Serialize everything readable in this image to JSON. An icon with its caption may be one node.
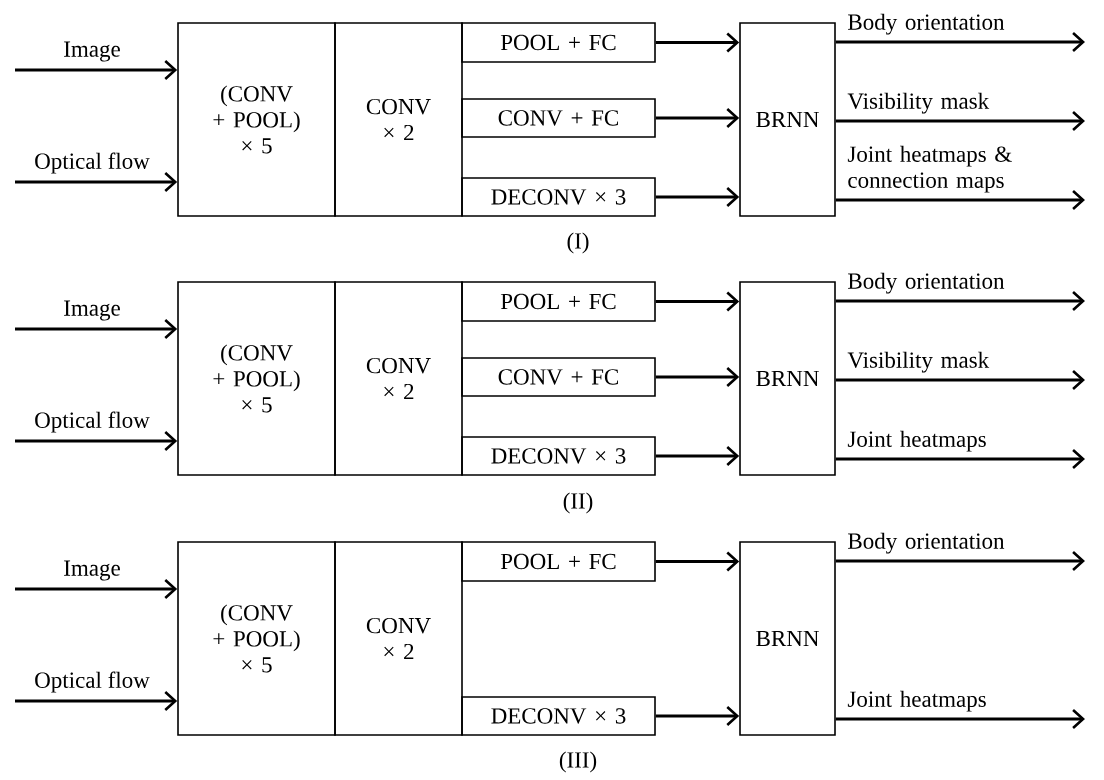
{
  "diagram": {
    "nodes": [
      {
        "text": [
          "(CONV + POOL) × 5"
        ]
      },
      {
        "text": [
          "CONV × 2"
        ]
      },
      {
        "text": [
          "POOL + FC"
        ]
      },
      {
        "text": [
          "CONV + FC"
        ]
      },
      {
        "text": [
          "DECONV × 3"
        ]
      },
      {
        "text": [
          "BRNN"
        ]
      },
      {
        "text": [
          "(CONV + POOL) × 5"
        ]
      },
      {
        "text": [
          "CONV × 2"
        ]
      },
      {
        "text": [
          "POOL + FC"
        ]
      },
      {
        "text": [
          "CONV + FC"
        ]
      },
      {
        "text": [
          "DECONV × 3"
        ]
      },
      {
        "text": [
          "BRNN"
        ]
      },
      {
        "text": [
          "(CONV + POOL) × 5"
        ]
      },
      {
        "text": [
          "CONV × 2"
        ]
      },
      {
        "text": [
          "POOL + FC"
        ]
      },
      {
        "text": [
          "DECONV × 3"
        ]
      },
      {
        "text": [
          "BRNN"
        ]
      }
    ],
    "edges": [
      {
        "from": null,
        "to": 0,
        "arrow": "to",
        "label": "Image"
      },
      {
        "from": null,
        "to": 0,
        "arrow": "to",
        "label": "Optical flow"
      },
      {
        "from": 2,
        "to": 5,
        "arrow": "to"
      },
      {
        "from": 3,
        "to": 5,
        "arrow": "to"
      },
      {
        "from": 4,
        "to": 5,
        "arrow": "to"
      },
      {
        "from": 5,
        "to": null,
        "arrow": "to",
        "label": "Body orientation"
      },
      {
        "from": 5,
        "to": null,
        "arrow": "to",
        "label": "Visibility mask"
      },
      {
        "from": 5,
        "to": null,
        "arrow": "to",
        "label": "Joint heatmaps & connection maps"
      },
      {
        "from": null,
        "to": 6,
        "arrow": "to",
        "label": "Image"
      },
      {
        "from": null,
        "to": 6,
        "arrow": "to",
        "label": "Optical flow"
      },
      {
        "from": 8,
        "to": 11,
        "arrow": "to"
      },
      {
        "from": 9,
        "to": 11,
        "arrow": "to"
      },
      {
        "from": 10,
        "to": 11,
        "arrow": "to"
      },
      {
        "from": 11,
        "to": null,
        "arrow": "to",
        "label": "Body orientation"
      },
      {
        "from": 11,
        "to": null,
        "arrow": "to",
        "label": "Visibility mask"
      },
      {
        "from": 11,
        "to": null,
        "arrow": "to",
        "label": "Joint heatmaps"
      },
      {
        "from": null,
        "to": 12,
        "arrow": "to",
        "label": "Image"
      },
      {
        "from": null,
        "to": 12,
        "arrow": "to",
        "label": "Optical flow"
      },
      {
        "from": 14,
        "to": 16,
        "arrow": "to"
      },
      {
        "from": 15,
        "to": 16,
        "arrow": "to"
      },
      {
        "from": 16,
        "to": null,
        "arrow": "to",
        "label": "Body orientation"
      },
      {
        "from": 16,
        "to": null,
        "arrow": "to",
        "label": "Joint heatmaps"
      }
    ],
    "labels": [
      "(I)",
      "(II)",
      "(III)"
    ]
  }
}
